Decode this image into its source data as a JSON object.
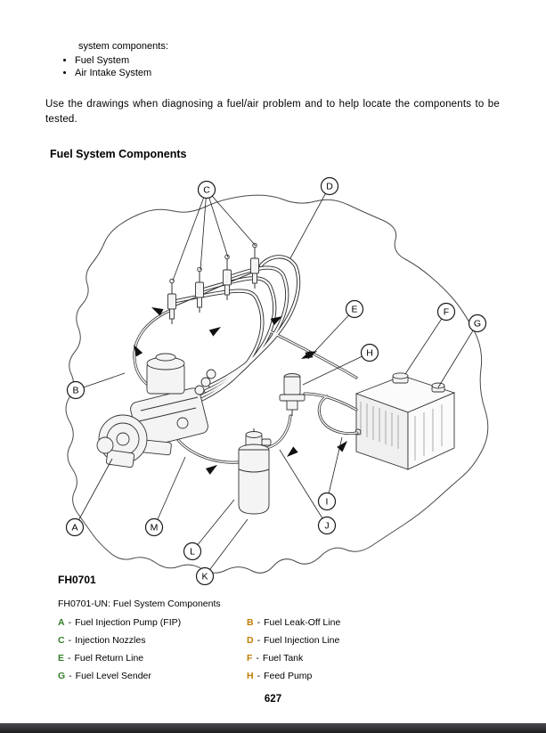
{
  "document": {
    "intro_line": "system components:",
    "bullets": [
      "Fuel System",
      "Air Intake System"
    ],
    "paragraph": "Use the drawings when diagnosing a fuel/air problem and to help locate the components to be tested.",
    "section_heading": "Fuel System Components",
    "figure_id": "FH0701",
    "figure_caption": "FH0701-UN: Fuel System Components",
    "page_number": "627"
  },
  "legend": {
    "separator": "-",
    "key_color_left": "#367c2b",
    "key_color_right": "#bf7d00",
    "left": [
      {
        "key": "A",
        "label": "Fuel Injection Pump (FIP)"
      },
      {
        "key": "C",
        "label": "Injection Nozzles"
      },
      {
        "key": "E",
        "label": "Fuel Return Line"
      },
      {
        "key": "G",
        "label": "Fuel Level Sender"
      }
    ],
    "right": [
      {
        "key": "B",
        "label": "Fuel Leak-Off Line"
      },
      {
        "key": "D",
        "label": "Fuel Injection Line"
      },
      {
        "key": "F",
        "label": "Fuel Tank"
      },
      {
        "key": "H",
        "label": "Feed Pump"
      }
    ]
  },
  "diagram": {
    "callouts": [
      "A",
      "B",
      "C",
      "D",
      "E",
      "F",
      "G",
      "H",
      "I",
      "J",
      "K",
      "L",
      "M"
    ]
  }
}
